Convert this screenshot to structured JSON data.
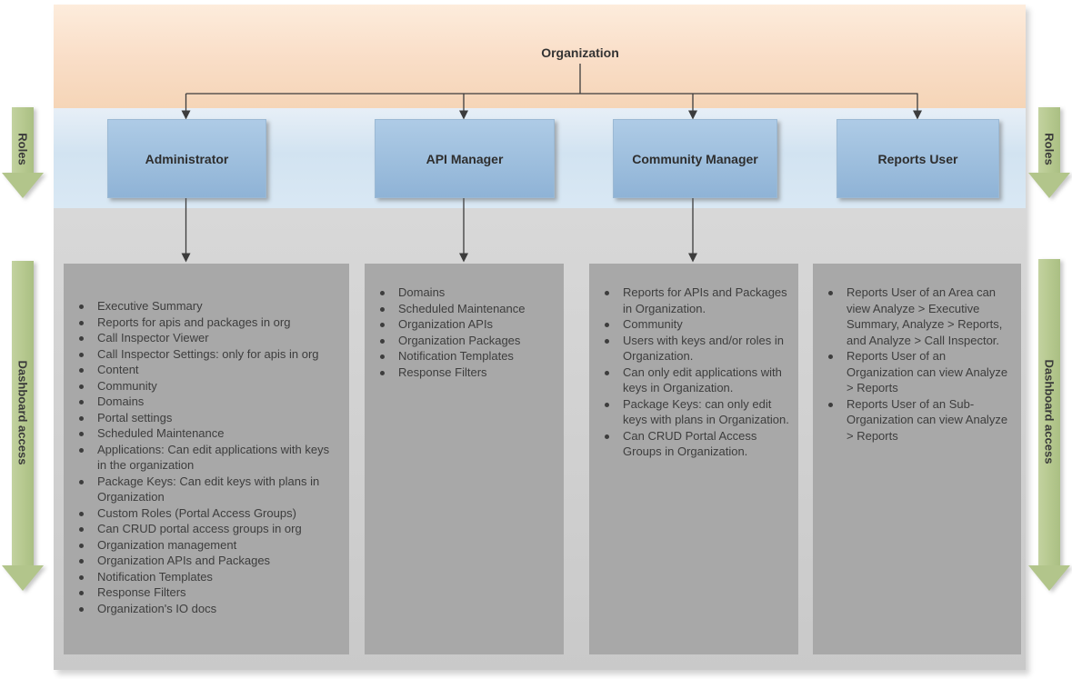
{
  "diagram": {
    "root_label": "Organization",
    "bands": {
      "roles_label": "Roles",
      "dashboard_label": "Dashboard access"
    },
    "roles": [
      {
        "name": "Administrator",
        "dashboard_access": [
          "Executive Summary",
          "Reports for apis and packages in org",
          "Call Inspector Viewer",
          "Call Inspector Settings: only for apis in org",
          "Content",
          "Community",
          "Domains",
          "Portal settings",
          "Scheduled Maintenance",
          "Applications: Can edit applications with keys in the organization",
          "Package Keys: Can edit keys with plans in Organization",
          "Custom Roles (Portal Access Groups)",
          "Can CRUD portal access groups in org",
          "Organization management",
          "Organization APIs and Packages",
          "Notification Templates",
          "Response Filters",
          "Organization's IO docs"
        ]
      },
      {
        "name": "API Manager",
        "dashboard_access": [
          "Domains",
          "Scheduled Maintenance",
          "Organization APIs",
          "Organization Packages",
          "Notification Templates",
          "Response Filters"
        ]
      },
      {
        "name": "Community Manager",
        "dashboard_access": [
          "Reports for APIs and Packages in Organization.",
          "Community",
          "Users with keys and/or roles in Organization.",
          "Can only edit applications with keys in Organization.",
          "Package Keys: can only edit keys with plans in Organization.",
          "Can CRUD Portal Access Groups in Organization."
        ]
      },
      {
        "name": "Reports User",
        "dashboard_access": [
          "Reports User of an Area can view Analyze > Executive Summary, Analyze > Reports, and Analyze > Call Inspector.",
          "Reports User of an Organization can view Analyze > Reports",
          "Reports User of an Sub-Organization can view Analyze > Reports"
        ]
      }
    ],
    "colors": {
      "organization_band": "#f8ddc6",
      "roles_band": "#d6e5f2",
      "dashboard_band": "#d0d0d0",
      "role_box": "#9dbedd",
      "panel": "#a8a8a8",
      "side_arrow": "#b5c88e",
      "connector_line": "#3c3c3c"
    }
  }
}
